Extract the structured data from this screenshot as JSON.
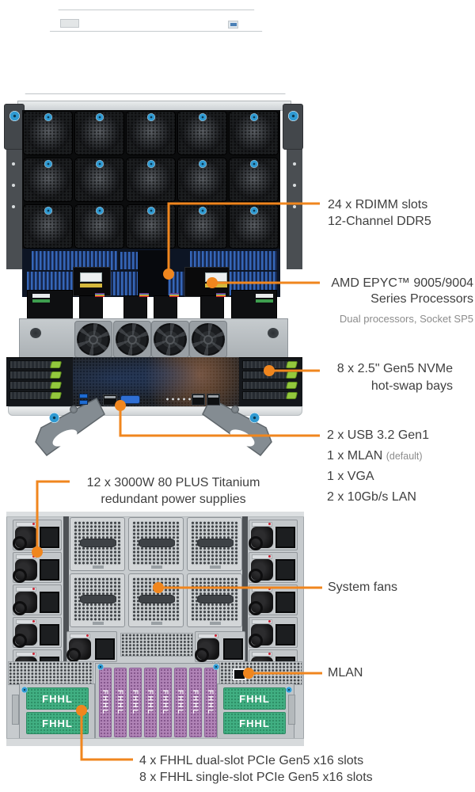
{
  "callouts": {
    "rdimm": {
      "line1": "24 x RDIMM slots",
      "line2": "12-Channel DDR5"
    },
    "cpu": {
      "line1": "AMD EPYC™ 9005/9004",
      "line2": "Series Processors",
      "note": "Dual processors, Socket SP5"
    },
    "nvme": {
      "line1": "8 x 2.5\" Gen5 NVMe",
      "line2": "hot-swap bays"
    },
    "front_io": {
      "item1": "2 x USB 3.2 Gen1",
      "item2": "1 x MLAN",
      "item2_note": "(default)",
      "item3": "1 x VGA",
      "item4": "2 x 10Gb/s LAN"
    },
    "psu": {
      "line1": "12 x 3000W 80 PLUS Titanium",
      "line2": "redundant power supplies"
    },
    "system_fans": {
      "label": "System fans"
    },
    "mlan": {
      "label": "MLAN"
    },
    "pcie": {
      "line1": "4 x FHHL dual-slot PCIe Gen5 x16 slots",
      "line2": "8 x FHHL single-slot PCIe Gen5 x16 slots"
    }
  },
  "rear_view": {
    "pcie_card_label": "FHHL"
  },
  "colors": {
    "accent_orange": "#F0861E",
    "text_dark": "#404040",
    "text_muted": "#8C8C8C",
    "pcie_green": "#41AF82",
    "pcie_purple": "#B083B6",
    "latch_green": "#93C83D",
    "dimm_blue": "#3566B8",
    "screw_blue": "#2F9AD2"
  }
}
